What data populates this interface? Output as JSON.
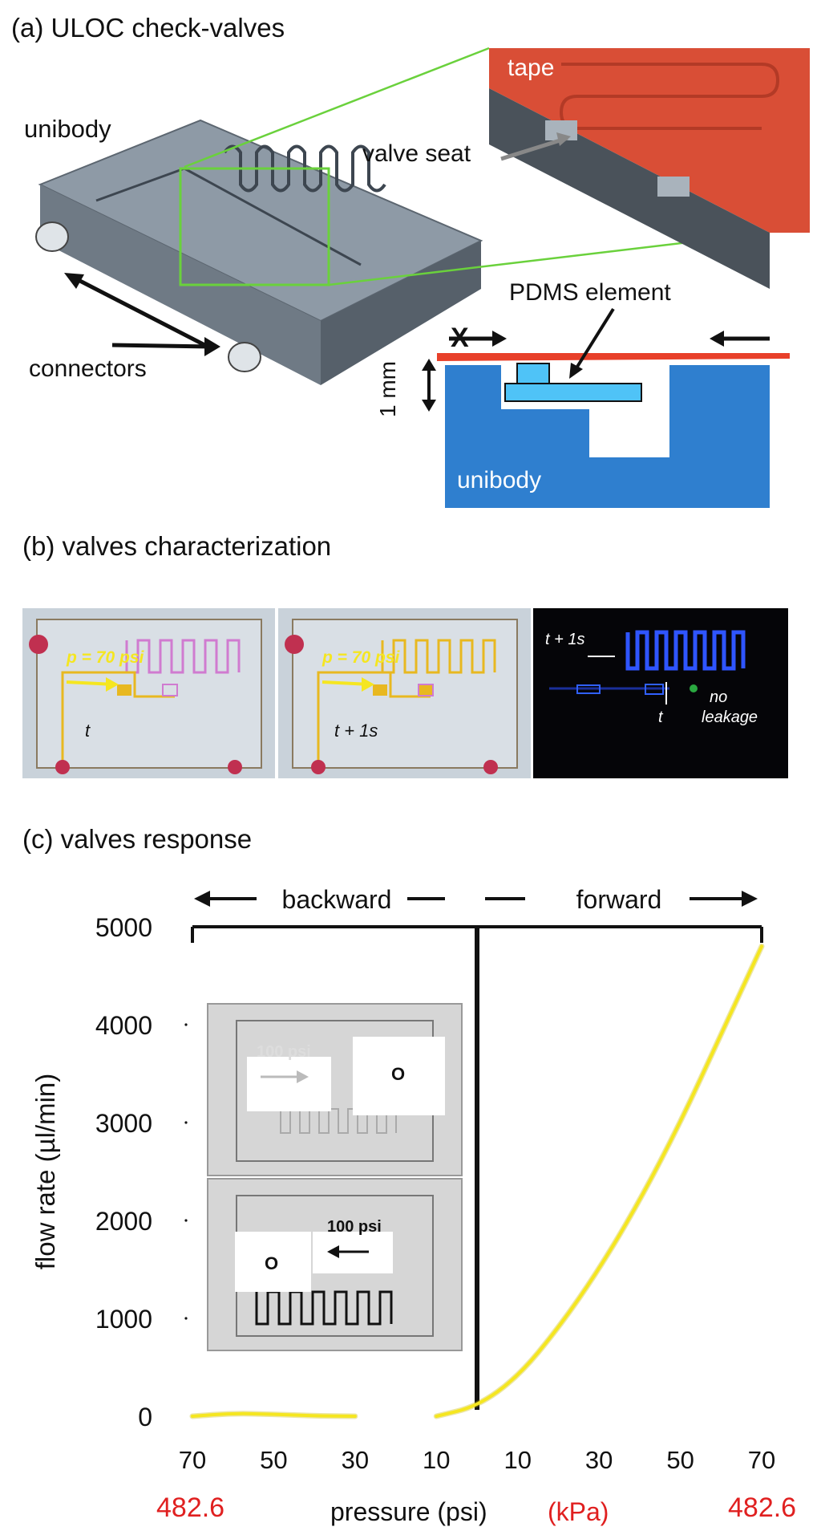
{
  "panel_a": {
    "heading": "(a) ULOC check-valves",
    "labels": {
      "unibody_top": "unibody",
      "connectors": "connectors",
      "tape": "tape",
      "valve_seat": "valve seat",
      "pdms_element": "PDMS element",
      "scale": "1 mm",
      "blocked": "X",
      "unibody_section": "unibody"
    },
    "colors": {
      "tape": "#e04a2a",
      "unibody_section": "#2f7fcf",
      "pdms": "#4fc3f7",
      "zoom_box": "#6ad13c"
    }
  },
  "panel_b": {
    "heading": "(b) valves characterization",
    "frame1": {
      "pressure": "p = 70 psi",
      "time": "t"
    },
    "frame2": {
      "pressure": "p = 70 psi",
      "time": "t + 1s"
    },
    "frame3": {
      "time_top": "t + 1s",
      "time_bottom": "t",
      "note_line1": "no",
      "note_line2": "leakage"
    }
  },
  "panel_c": {
    "heading": "(c) valves response",
    "direction_backward": "backward",
    "direction_forward": "forward",
    "inset_top": {
      "pressure": "100 psi",
      "marker": "O"
    },
    "inset_bottom": {
      "pressure": "100 psi",
      "marker": "O"
    },
    "pressure_label": "pressure (psi)",
    "kpa_label": "(kPa)",
    "kpa_left": "482.6",
    "kpa_right": "482.6"
  },
  "chart_data": {
    "type": "line",
    "title": "",
    "xlabel": "pressure (psi)",
    "ylabel": "flow rate (µl/min)",
    "ylim": [
      0,
      5000
    ],
    "y_ticks": [
      "0",
      "1000",
      "2000",
      "3000",
      "4000",
      "5000"
    ],
    "x_ticks_backward": [
      "70",
      "50",
      "30",
      "10"
    ],
    "x_ticks_forward": [
      "10",
      "30",
      "50",
      "70"
    ],
    "series": [
      {
        "direction": "backward",
        "color": "#f5e620",
        "x": [
          70,
          60,
          50,
          40,
          30
        ],
        "y": [
          0,
          30,
          20,
          5,
          0
        ]
      },
      {
        "direction": "forward",
        "color": "#f5e620",
        "x": [
          -10,
          0,
          10,
          20,
          30,
          40,
          50,
          60,
          70
        ],
        "y": [
          0,
          100,
          400,
          900,
          1500,
          2200,
          3000,
          3900,
          4800
        ]
      }
    ]
  }
}
